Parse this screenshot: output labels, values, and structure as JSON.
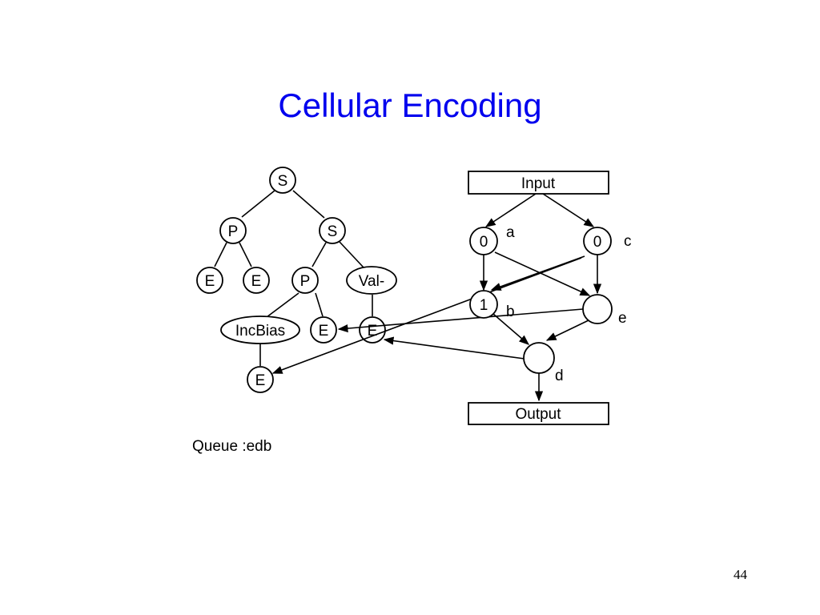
{
  "slide": {
    "title": "Cellular Encoding",
    "queue_text": "Queue :edb",
    "page_number": "44",
    "title_color": "#0000ee"
  },
  "tree": {
    "root": "S",
    "left_p": "P",
    "right_s": "S",
    "e1": "E",
    "e2": "E",
    "inner_p": "P",
    "valminus": "Val-",
    "incbias": "IncBias",
    "e3": "E",
    "e4": "E",
    "e5": "E"
  },
  "network": {
    "input": "Input",
    "output": "Output",
    "node_a_value": "0",
    "node_c_value": "0",
    "node_b_value": "1",
    "label_a": "a",
    "label_b": "b",
    "label_c": "c",
    "label_d": "d",
    "label_e": "e"
  }
}
